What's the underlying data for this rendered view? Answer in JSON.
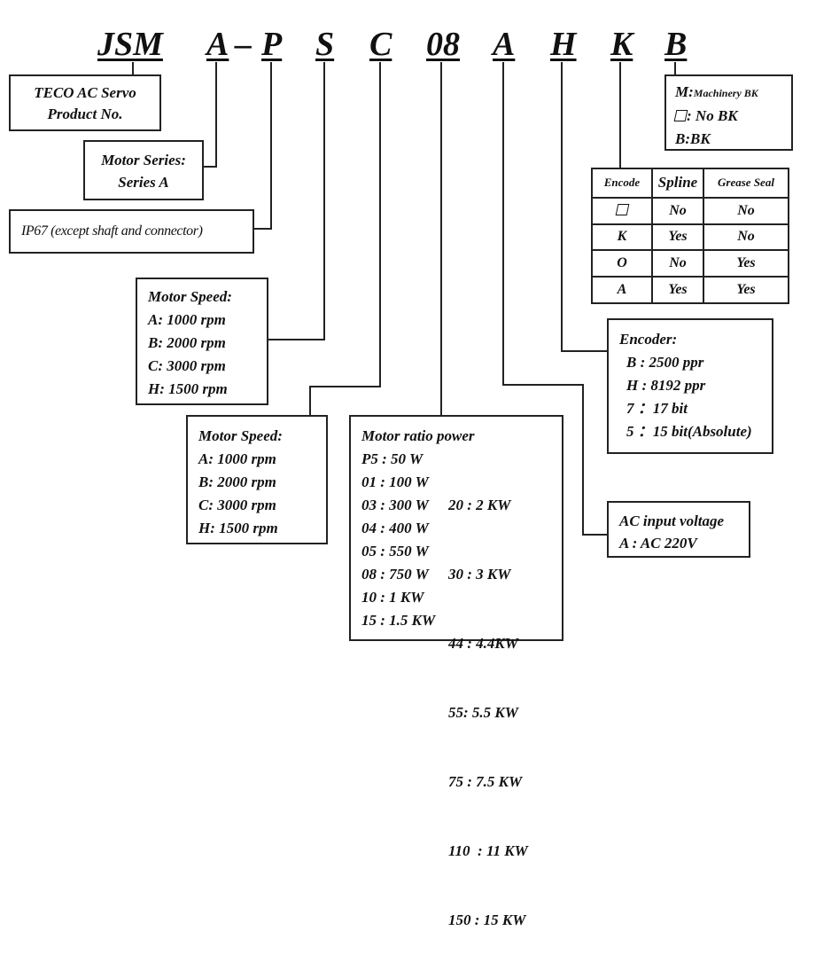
{
  "model_code": {
    "parts": [
      "JSM",
      "A",
      "P",
      "S",
      "C",
      "08",
      "A",
      "H",
      "K",
      "B"
    ],
    "dash": "–"
  },
  "product_box": {
    "line1": "TECO AC Servo",
    "line2": "Product No."
  },
  "series_box": {
    "line1": "Motor Series:",
    "line2": "Series A"
  },
  "ip_box": {
    "text": "IP67 (except shaft and connector)"
  },
  "speed_box_1": {
    "title": "Motor Speed:",
    "items": [
      "A: 1000 rpm",
      "B: 2000 rpm",
      "C: 3000 rpm",
      "H: 1500 rpm"
    ]
  },
  "speed_box_2": {
    "title": "Motor Speed:",
    "items": [
      "A: 1000 rpm",
      "B: 2000 rpm",
      "C: 3000 rpm",
      "H: 1500 rpm"
    ]
  },
  "power_box": {
    "title": "Motor ratio power",
    "col1": [
      "P5 : 50 W",
      "01 : 100 W",
      "03 : 300 W",
      "04 : 400 W",
      "05 : 550 W",
      "08 : 750 W",
      "10 : 1 KW",
      "15 : 1.5 KW"
    ],
    "col2": [
      "20 : 2 KW",
      "30 : 3 KW",
      "44 : 4.4KW",
      "55: 5.5 KW",
      "75 : 7.5 KW",
      "110  : 11 KW",
      "150 : 15 KW"
    ]
  },
  "brake_box": {
    "m_label": "M:",
    "m_text": "Machinery BK",
    "none_text": ": No BK",
    "b_text": "B:BK"
  },
  "encode_table": {
    "headers": [
      "Encode",
      "Spline",
      "Grease Seal"
    ],
    "rows": [
      [
        "",
        "No",
        "No"
      ],
      [
        "K",
        "Yes",
        "No"
      ],
      [
        "O",
        "No",
        "Yes"
      ],
      [
        "A",
        "Yes",
        "Yes"
      ]
    ]
  },
  "encoder_box": {
    "title": "Encoder:",
    "items": [
      "B : 2500 ppr",
      "H : 8192 ppr",
      "7 ：17 bit",
      "5 ：15 bit(Absolute)"
    ]
  },
  "voltage_box": {
    "line1": "AC input voltage",
    "line2": "A : AC 220V"
  }
}
